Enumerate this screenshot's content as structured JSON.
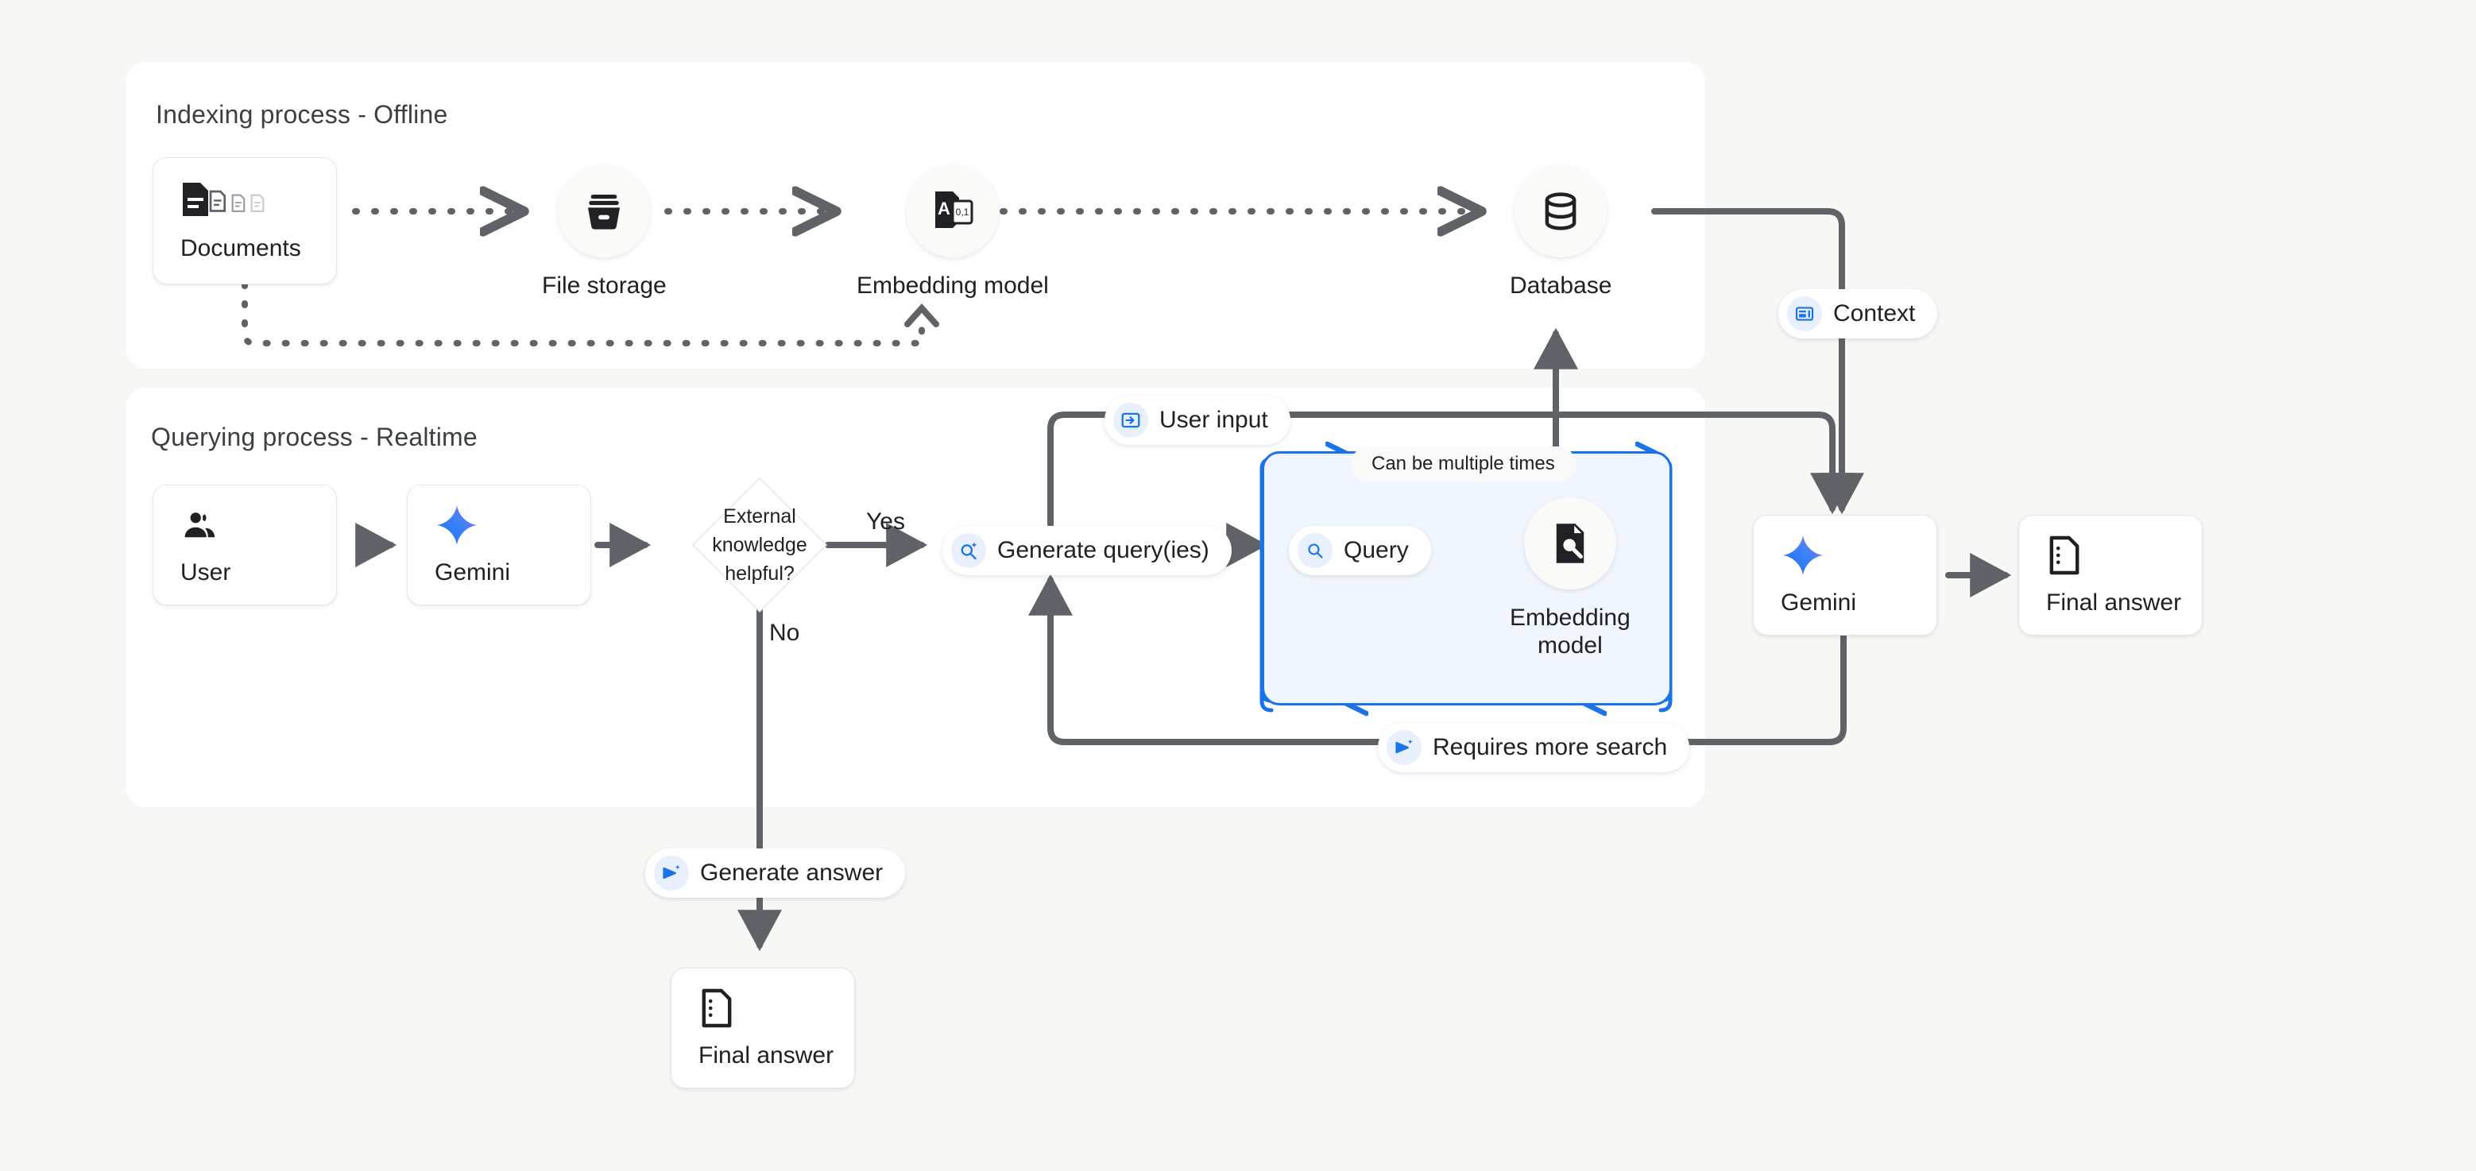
{
  "canvas": {
    "background": "#f7f7f5"
  },
  "colors": {
    "panel": "#ffffff",
    "accent_blue": "#1a73e8",
    "chip_bg": "#e8f0fe",
    "loop_fill": "#f1f6fe",
    "line": "#5f6368",
    "text": "#202124"
  },
  "panels": [
    {
      "title": "Indexing process - Offline"
    },
    {
      "title": "Querying process - Realtime"
    }
  ],
  "indexing": {
    "documents": {
      "label": "Documents",
      "icon": "documents-icon"
    },
    "file_storage": {
      "label": "File storage",
      "icon": "file-storage-icon"
    },
    "embedding_model": {
      "label": "Embedding model",
      "icon": "text-to-vector-icon",
      "icon_text": "A",
      "icon_subtext": "0,1"
    },
    "database": {
      "label": "Database",
      "icon": "database-icon"
    }
  },
  "querying": {
    "user": {
      "label": "User",
      "icon": "user-icon"
    },
    "gemini_left": {
      "label": "Gemini",
      "icon": "gemini-sparkle-icon"
    },
    "decision": {
      "line1": "External",
      "line2": "knowledge",
      "line3": "helpful?"
    },
    "edge_yes": "Yes",
    "edge_no": "No",
    "generate_queries": {
      "label": "Generate query(ies)",
      "icon": "search-sparkle-icon"
    },
    "user_input": {
      "label": "User input",
      "icon": "login-icon"
    },
    "loop_note": "Can be multiple times",
    "query": {
      "label": "Query",
      "icon": "search-icon"
    },
    "embedding_model": {
      "label": "Embedding\nmodel",
      "icon": "document-search-icon"
    },
    "requires_more_search": {
      "label": "Requires more search",
      "icon": "send-sparkle-icon"
    },
    "context": {
      "label": "Context",
      "icon": "article-icon"
    },
    "gemini_right": {
      "label": "Gemini",
      "icon": "gemini-sparkle-icon"
    },
    "final_answer_right": {
      "label": "Final answer",
      "icon": "answer-doc-icon"
    },
    "generate_answer": {
      "label": "Generate answer",
      "icon": "send-sparkle-icon"
    },
    "final_answer_bottom": {
      "label": "Final answer",
      "icon": "answer-doc-icon"
    }
  }
}
